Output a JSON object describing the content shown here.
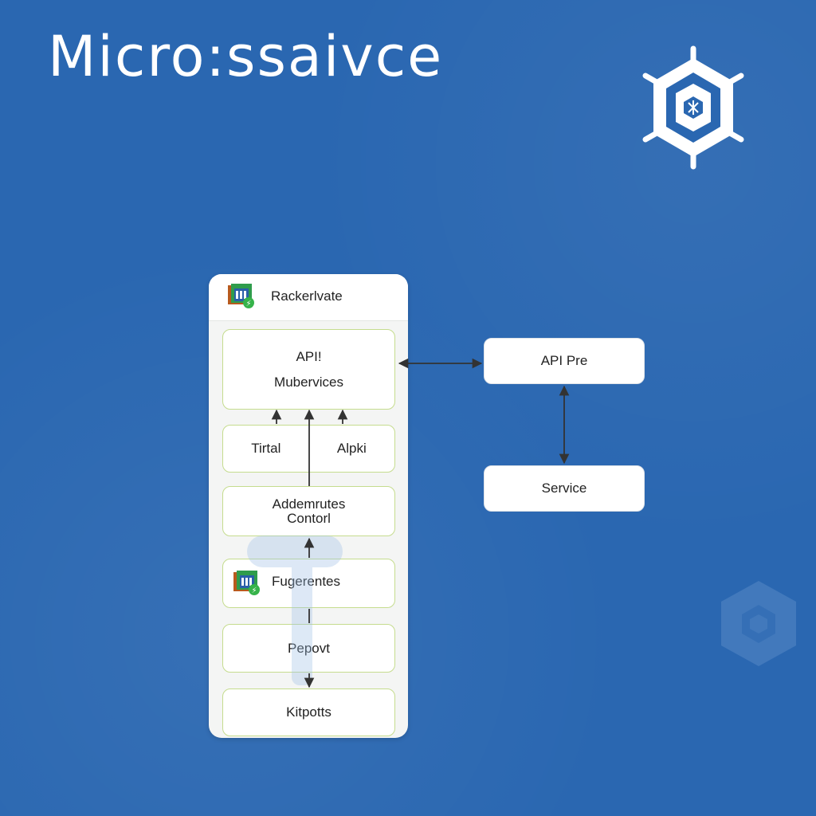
{
  "title": "Micro:ssaivce",
  "colors": {
    "background": "#2a67b1",
    "node_border": "#c5dc8e",
    "arrow": "#333333",
    "logo": "#ffffff"
  },
  "icons": {
    "top_logo": "hexagon-helm-logo",
    "faint_logo": "hexagon-logo-watermark",
    "app_icon": "colorful-app-badge-icon"
  },
  "panel": {
    "header_label": "Rackerlvate",
    "nodes": {
      "api_line1": "API!",
      "api_line2": "Mubervices",
      "tirtal": "Tirtal",
      "alpki": "Alpki",
      "adde_line1": "Addemrutes",
      "adde_line2": "Contorl",
      "fugerentes": "Fugerentes",
      "pepovt": "Pepovt",
      "kitpotts": "Kitpotts"
    }
  },
  "right": {
    "api_pre": "API Pre",
    "service": "Service"
  }
}
